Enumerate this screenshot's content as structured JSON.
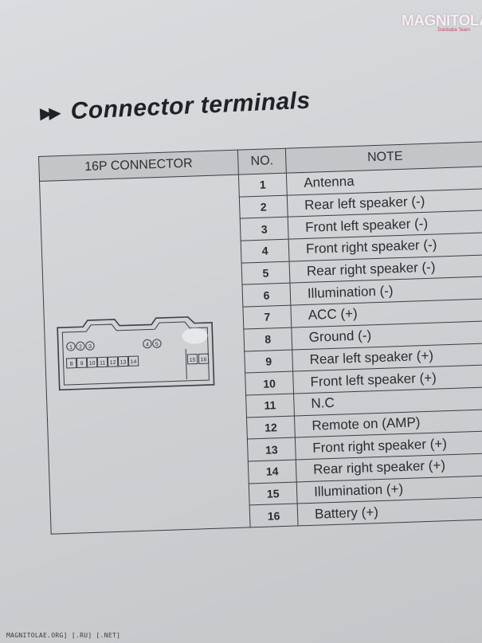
{
  "watermark": {
    "logo_text": "MAGNITOLA",
    "logo_subtext": "Danbaba Team"
  },
  "heading": {
    "arrows": "▶▶",
    "title": "Connector terminals"
  },
  "table": {
    "headers": {
      "connector": "16P CONNECTOR",
      "no": "NO.",
      "note": "NOTE"
    },
    "rows": [
      {
        "no": "1",
        "note": "Antenna"
      },
      {
        "no": "2",
        "note": "Rear left speaker (-)"
      },
      {
        "no": "3",
        "note": "Front left speaker (-)"
      },
      {
        "no": "4",
        "note": "Front right speaker (-)"
      },
      {
        "no": "5",
        "note": "Rear right speaker (-)"
      },
      {
        "no": "6",
        "note": "Illumination (-)"
      },
      {
        "no": "7",
        "note": "ACC (+)"
      },
      {
        "no": "8",
        "note": "Ground (-)"
      },
      {
        "no": "9",
        "note": "Rear left speaker (+)"
      },
      {
        "no": "10",
        "note": "Front left speaker (+)"
      },
      {
        "no": "11",
        "note": "N.C"
      },
      {
        "no": "12",
        "note": "Remote on (AMP)"
      },
      {
        "no": "13",
        "note": "Front right speaker (+)"
      },
      {
        "no": "14",
        "note": "Rear right speaker (+)"
      },
      {
        "no": "15",
        "note": "Illumination (+)"
      },
      {
        "no": "16",
        "note": "Battery (+)"
      }
    ]
  },
  "connector": {
    "top_pins": [
      "1",
      "2",
      "3",
      "4",
      "5"
    ],
    "bottom_pins": [
      "8",
      "9",
      "10",
      "11",
      "12",
      "13",
      "14",
      "15",
      "16"
    ]
  },
  "footer": {
    "text": "MAGNITOLAE.ORG] [.RU] [.NET]"
  }
}
